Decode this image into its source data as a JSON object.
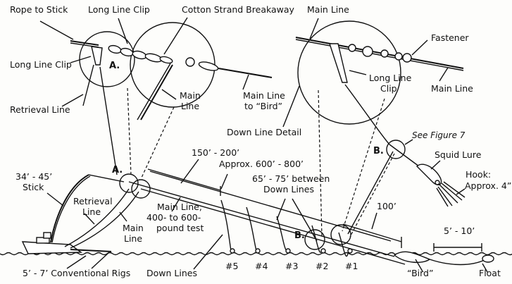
{
  "diagram": {
    "detail_top_left": {
      "rope_to_stick": "Rope to Stick",
      "long_line_clip_top": "Long Line Clip",
      "cotton_strand_breakaway": "Cotton Strand Breakaway",
      "long_line_clip_left": "Long Line Clip",
      "marker": "A.",
      "retrieval_line": "Retrieval Line",
      "main_line_1": "Main",
      "main_line_2": "Line",
      "main_line_to_bird_1": "Main Line",
      "main_line_to_bird_2": "to “Bird”"
    },
    "detail_top_right": {
      "main_line_top": "Main Line",
      "fastener": "Fastener",
      "long_line_clip_1": "Long Line",
      "long_line_clip_2": "Clip",
      "main_line_right": "Main Line",
      "down_line_detail": "Down Line Detail"
    },
    "lure_detail": {
      "marker": "B.",
      "see_figure": "See Figure 7",
      "squid_lure": "Squid Lure",
      "hook_1": "Hook:",
      "hook_2": "Approx. 4”"
    },
    "main_scene": {
      "stick_length": "34’ - 45’",
      "stick": "Stick",
      "marker_a": "A.",
      "retrieval_line_1": "Retrieval",
      "retrieval_line_2": "Line",
      "main_line_1": "Main",
      "main_line_2": "Line",
      "mainline_spec_1": "Main Line,",
      "mainline_spec_2": "400- to 600-",
      "mainline_spec_3": "pound test",
      "dist_150_200": "150’ - 200’",
      "approx_600_800": "Approx. 600’ - 800’",
      "between_1": "65’ - 75’ between",
      "between_2": "Down Lines",
      "marker_b": "B.",
      "dist_100": "100’",
      "dist_5_10": "5’ - 10’",
      "conventional_rigs": "5’ - 7’ Conventional Rigs",
      "down_lines": "Down Lines",
      "down_line_numbers": [
        "#5",
        "#4",
        "#3",
        "#2",
        "#1"
      ],
      "bird": "“Bird”",
      "float": "Float"
    }
  },
  "colors": {
    "ink": "#111111",
    "paper": "#fdfdfb"
  }
}
